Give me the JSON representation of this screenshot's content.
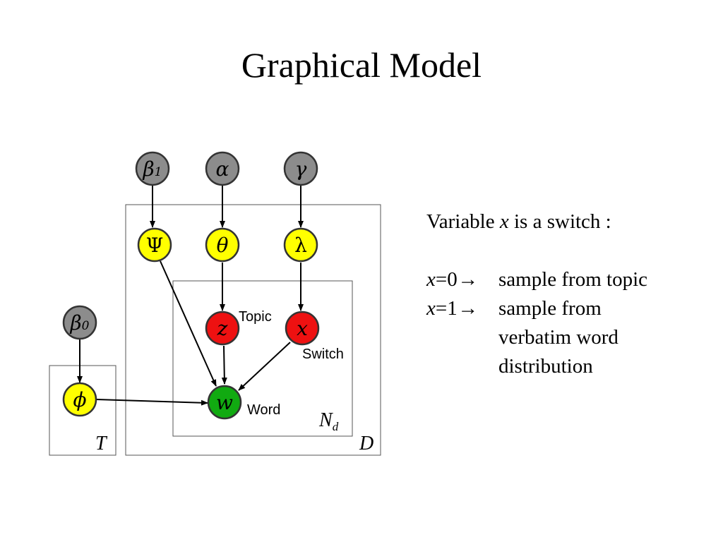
{
  "title": "Graphical Model",
  "diagram": {
    "nodes": {
      "beta1": {
        "symbol": "β",
        "subscript": "1",
        "color": "#8c8c8c"
      },
      "alpha": {
        "symbol": "α",
        "color": "#8c8c8c"
      },
      "gamma": {
        "symbol": "γ",
        "color": "#8c8c8c"
      },
      "beta0": {
        "symbol": "β",
        "subscript": "0",
        "color": "#8c8c8c"
      },
      "psi": {
        "symbol": "Ψ",
        "color": "#ffff00"
      },
      "theta": {
        "symbol": "θ",
        "color": "#ffff00"
      },
      "lambda": {
        "symbol": "λ",
        "color": "#ffff00"
      },
      "phi": {
        "symbol": "ϕ",
        "color": "#ffff00"
      },
      "z": {
        "symbol": "z",
        "label": "Topic",
        "color": "#ee1111"
      },
      "x": {
        "symbol": "x",
        "label": "Switch",
        "color": "#ee1111"
      },
      "w": {
        "symbol": "w",
        "label": "Word",
        "color": "#11aa11"
      }
    },
    "plates": {
      "T": {
        "label": "T"
      },
      "D": {
        "label": "D"
      },
      "Nd": {
        "label": "N",
        "subscript": "d"
      }
    }
  },
  "note": {
    "intro_prefix": "Variable ",
    "intro_var": "x",
    "intro_suffix": " is a switch :",
    "cases": [
      {
        "var": "x",
        "cond": "=0",
        "arrow": "→",
        "lines": [
          "sample from topic"
        ]
      },
      {
        "var": "x",
        "cond": "=1",
        "arrow": "→",
        "lines": [
          "sample from",
          "verbatim word",
          "distribution"
        ]
      }
    ]
  }
}
